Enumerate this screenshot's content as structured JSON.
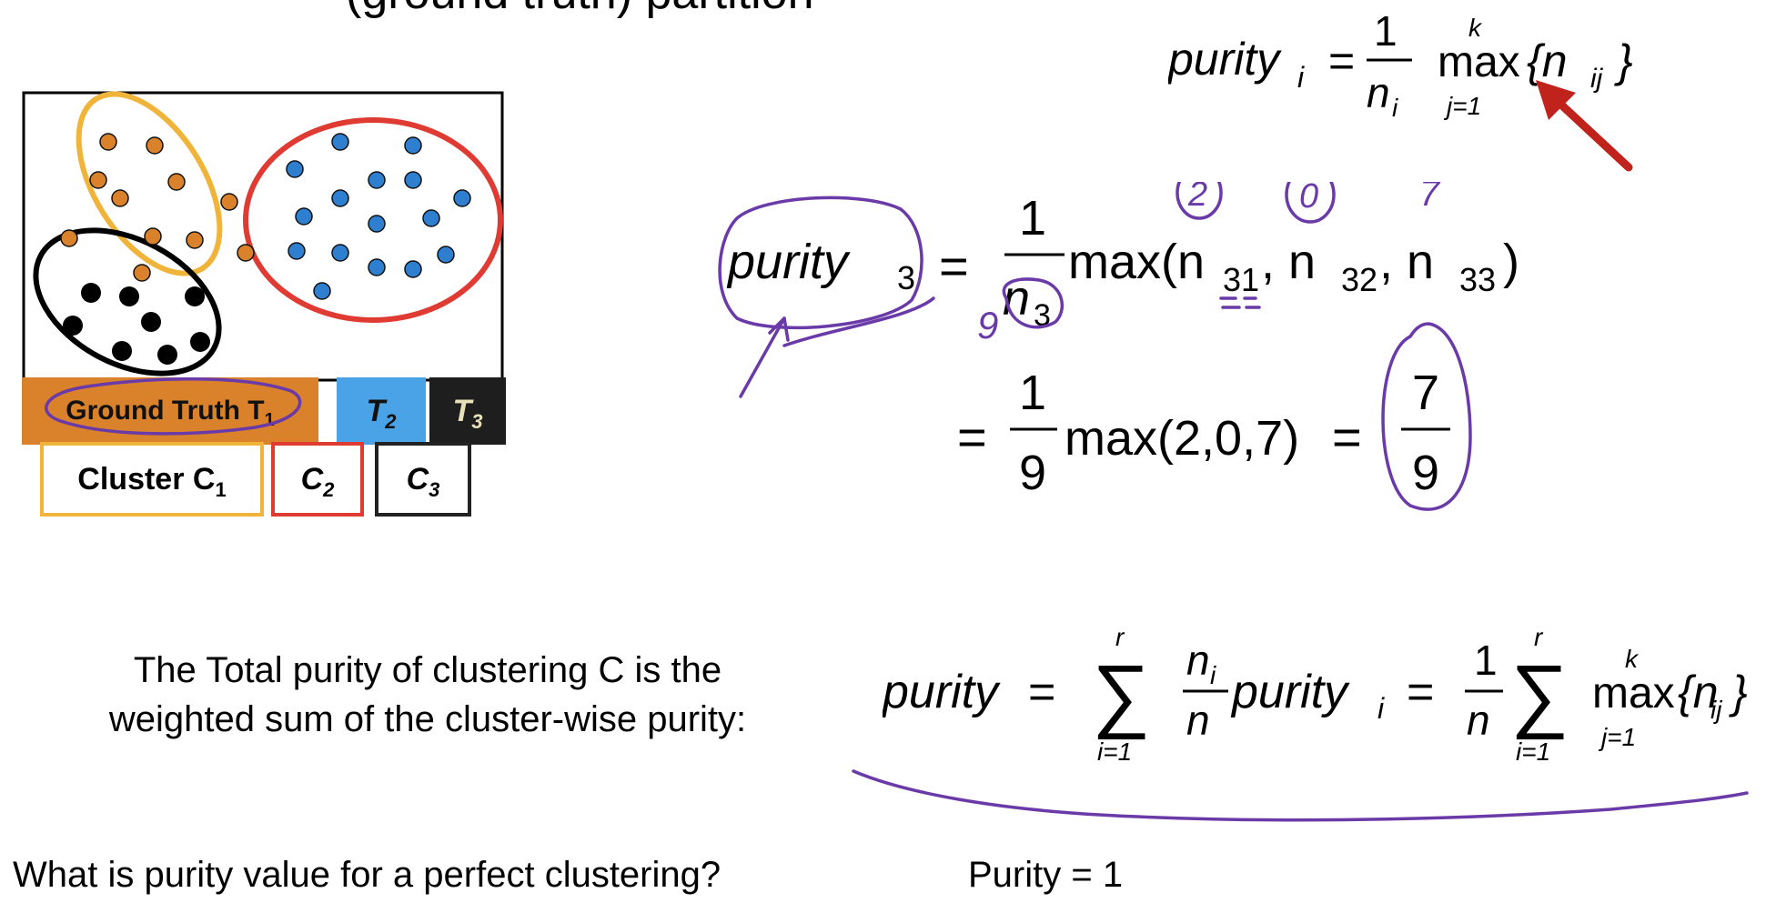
{
  "header": {
    "cropped_title": "(ground truth) partition"
  },
  "general_formula": {
    "lhs": "purity",
    "lhs_sub": "i",
    "num": "1",
    "den": "n",
    "den_sub": "i",
    "op": "max",
    "op_upper": "k",
    "op_lower": "j=1",
    "arg": "{n",
    "arg_sub": "ij",
    "arg_close": "}"
  },
  "legend": {
    "ground_truth": "Ground Truth T",
    "ground_truth_sub": "1",
    "t2": "T",
    "t2_sub": "2",
    "t3": "T",
    "t3_sub": "3",
    "cluster1": "Cluster C",
    "cluster1_sub": "1",
    "cluster2": "C",
    "cluster2_sub": "2",
    "cluster3": "C",
    "cluster3_sub": "3"
  },
  "derivation": {
    "lhs": "purity",
    "lhs_sub": "3",
    "eq": "=",
    "num": "1",
    "den": "n",
    "den_sub": "3",
    "max_expr": "max(n",
    "n31_sub": "31",
    "n32": ", n",
    "n32_sub": "32",
    "n33": ", n",
    "n33_sub": "33",
    "close": ")",
    "line2_num": "1",
    "line2_den": "9",
    "line2_expr": "max(2,0,7)",
    "result_num": "7",
    "result_den": "9"
  },
  "annotations": {
    "count_2": "2",
    "count_0": "0",
    "count_7": "7",
    "den_9": "9"
  },
  "description": {
    "line1": "The Total purity of clustering C is the",
    "line2": "weighted sum of the cluster-wise purity:"
  },
  "total_formula": {
    "lhs": "purity",
    "eq": "=",
    "sum_upper": "r",
    "sum_lower": "i=1",
    "frac_num": "n",
    "frac_num_sub": "i",
    "frac_den": "n",
    "term": "purity",
    "term_sub": "i",
    "frac2_num": "1",
    "frac2_den": "n",
    "op": "max",
    "op_upper": "k",
    "op_lower": "j=1",
    "arg": "{n",
    "arg_sub": "ij",
    "arg_close": "}"
  },
  "question": "What is purity value for a perfect clustering?",
  "answer": "Purity = 1",
  "colors": {
    "orange": "#d9822b",
    "blue": "#2f7fd0",
    "black": "#000000",
    "red_ellipse": "#e03b33",
    "yellow_ellipse": "#f0b43a",
    "ink": "#6a3aa8",
    "arrow": "#c0231b"
  }
}
